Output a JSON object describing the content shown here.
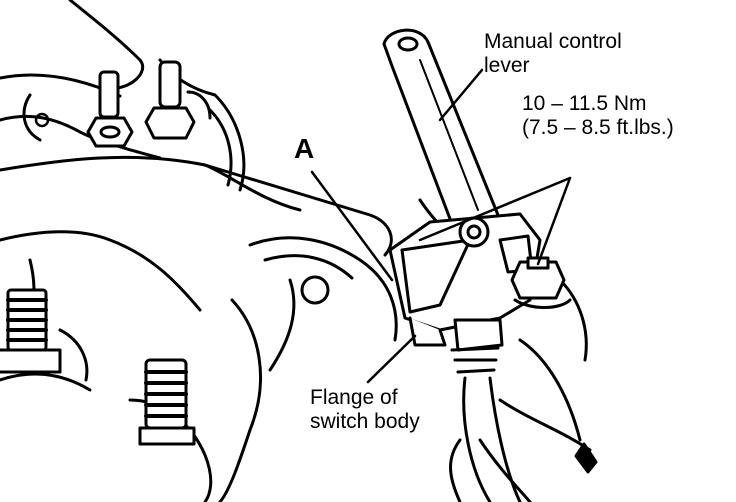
{
  "labels": {
    "manual_control_lever_line1": "Manual control",
    "manual_control_lever_line2": "lever",
    "torque_metric": "10 – 11.5 Nm",
    "torque_imperial": "(7.5 – 8.5 ft.lbs.)",
    "part_a": "A",
    "flange_line1": "Flange of",
    "flange_line2": "switch body"
  },
  "colors": {
    "ink": "#000000",
    "paper": "#ffffff"
  }
}
